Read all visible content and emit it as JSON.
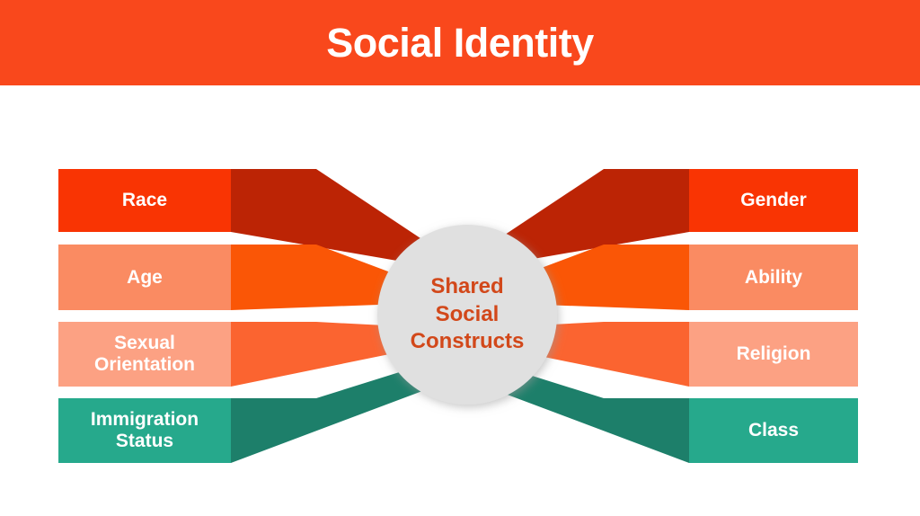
{
  "header": {
    "title": "Social Identity",
    "background_color": "#f9481c",
    "text_color": "#ffffff"
  },
  "center": {
    "line1": "Shared",
    "line2": "Social",
    "line3": "Constructs",
    "circle_color": "#e0e0e0",
    "text_color": "#d2481a"
  },
  "diagram": {
    "type": "converging-radial",
    "left_items": [
      {
        "label": "Race",
        "bar_color": "#f93403",
        "ribbon_color": "#bc2405"
      },
      {
        "label": "Age",
        "bar_color": "#fa8b62",
        "ribbon_color": "#fa5606"
      },
      {
        "label": "Sexual\nOrientation",
        "bar_color": "#fca183",
        "ribbon_color": "#fb6430"
      },
      {
        "label": "Immigration\nStatus",
        "bar_color": "#26a98c",
        "ribbon_color": "#1d7f6a"
      }
    ],
    "right_items": [
      {
        "label": "Gender",
        "bar_color": "#f93403",
        "ribbon_color": "#bc2405"
      },
      {
        "label": "Ability",
        "bar_color": "#fa8b62",
        "ribbon_color": "#fa5606"
      },
      {
        "label": "Religion",
        "bar_color": "#fca183",
        "ribbon_color": "#fb6430"
      },
      {
        "label": "Class",
        "bar_color": "#26a98c",
        "ribbon_color": "#1d7f6a"
      }
    ]
  }
}
